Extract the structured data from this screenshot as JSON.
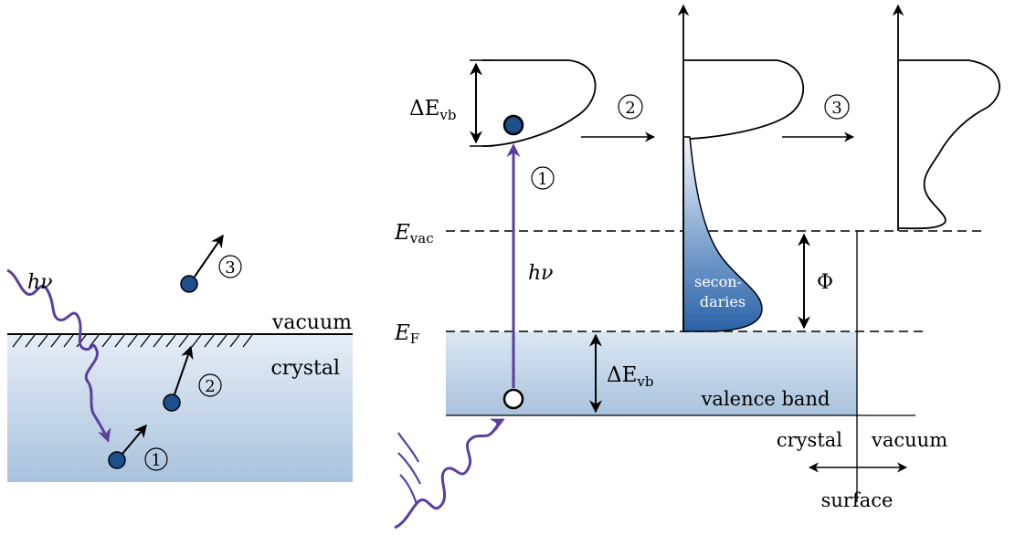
{
  "colors": {
    "photon": "#5b3fa0",
    "electron_fill": "#1d4f8c",
    "crystal_light": "#e5eef7",
    "crystal_dark": "#a9c2dc",
    "secondaries_top": "#f0f5fb",
    "secondaries_bottom": "#2a62a6",
    "line": "#000000"
  },
  "left_panel": {
    "photon_label": "hν",
    "vacuum_label": "vacuum",
    "crystal_label": "crystal",
    "step1": "1",
    "step2": "2",
    "step3": "3"
  },
  "energy_diagram": {
    "delta_evb_E": "ΔE",
    "delta_evb_sub": "vb",
    "evac_E": "E",
    "evac_sub": "vac",
    "ef_E": "E",
    "ef_sub": "F",
    "photon_label": "hν",
    "phi_label": "Φ",
    "valence_band_label": "valence band",
    "secondaries_line1": "secon-",
    "secondaries_line2": "daries",
    "step1": "1",
    "step2": "2",
    "step3": "3",
    "crystal_label": "crystal",
    "vacuum_label": "vacuum",
    "surface_label": "surface"
  }
}
